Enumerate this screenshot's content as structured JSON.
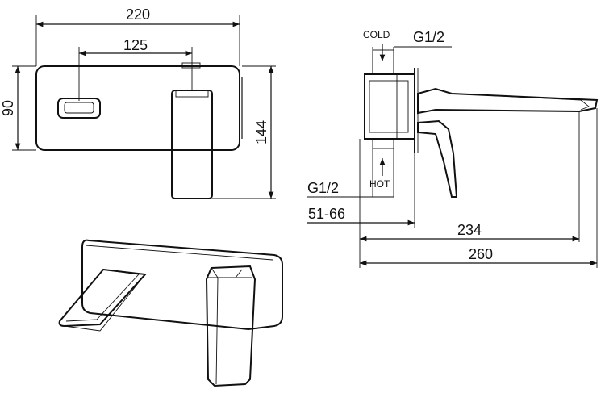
{
  "dimensions": {
    "total_width": "220",
    "handle_offset": "125",
    "plate_height": "90",
    "total_height": "144",
    "inlet_top": "G1/2",
    "inlet_bottom": "G1/2",
    "wall_depth": "51-66",
    "spout_length": "234",
    "overall_length": "260"
  },
  "labels": {
    "cold": "COLD",
    "hot": "HOT"
  }
}
